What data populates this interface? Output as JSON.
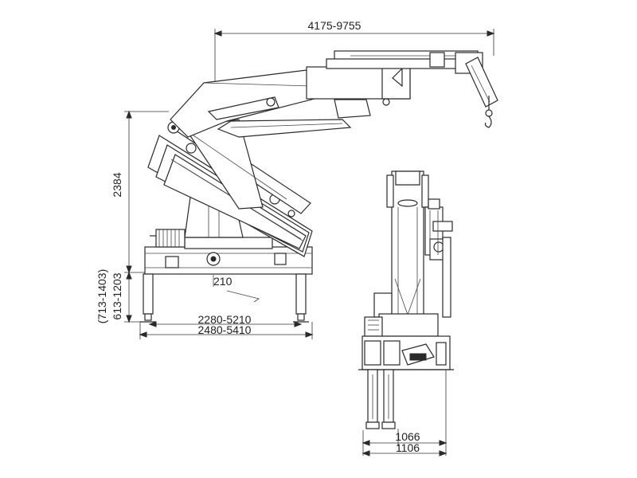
{
  "dimensions": {
    "boom_reach": "4175-9755",
    "height": "2384",
    "ground_clearance_range_outer": "(713-1403)",
    "ground_clearance_range_inner": "613-1203",
    "offset": "210",
    "outrigger_span_inner": "2280-5210",
    "outrigger_span_outer": "2480-5410",
    "base_width_inner": "1066",
    "base_width_outer": "1106"
  },
  "colors": {
    "line": "#2a2a2a",
    "background": "#ffffff"
  }
}
